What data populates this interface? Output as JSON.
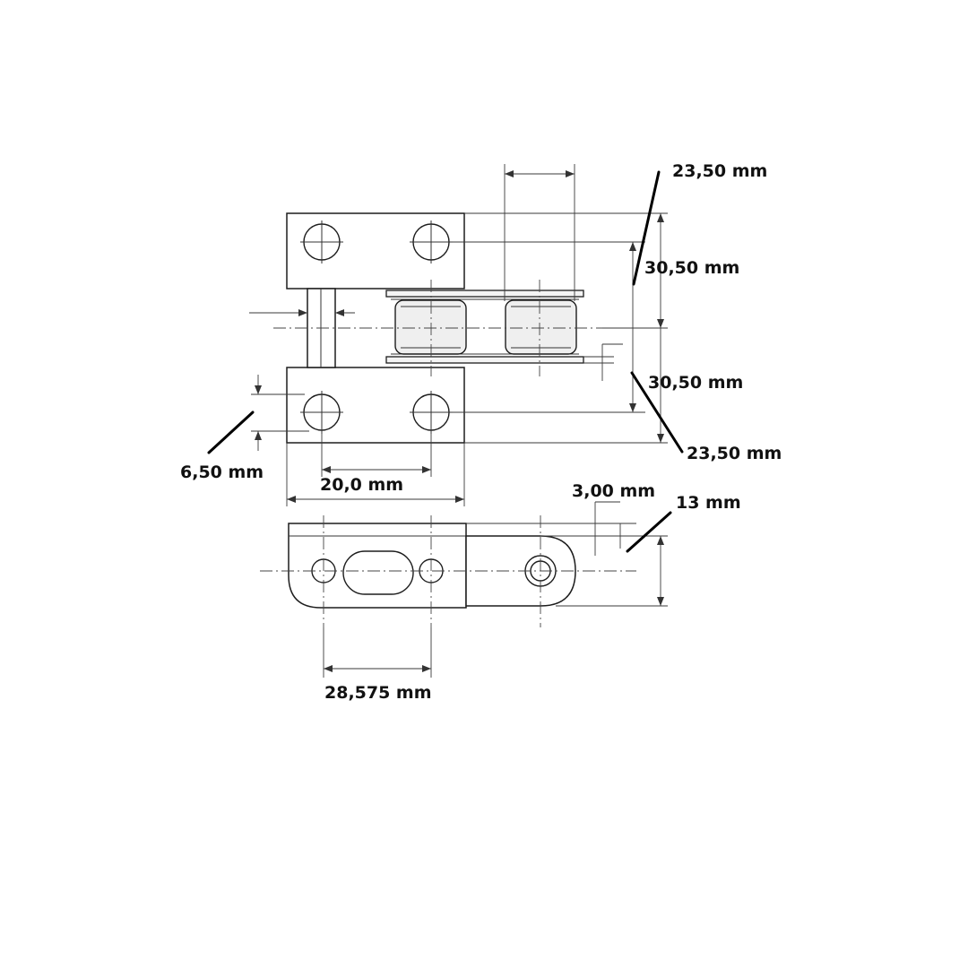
{
  "dimensions": {
    "top_width": "23,50 mm",
    "upper_height": "30,50 mm",
    "lower_height": "30,50 mm",
    "bottom_width": "23,50 mm",
    "hole_offset": "6,50 mm",
    "hole_spacing": "20,0 mm",
    "plate_thickness": "3,00 mm",
    "plate_height": "13 mm",
    "pitch": "28,575 mm"
  }
}
